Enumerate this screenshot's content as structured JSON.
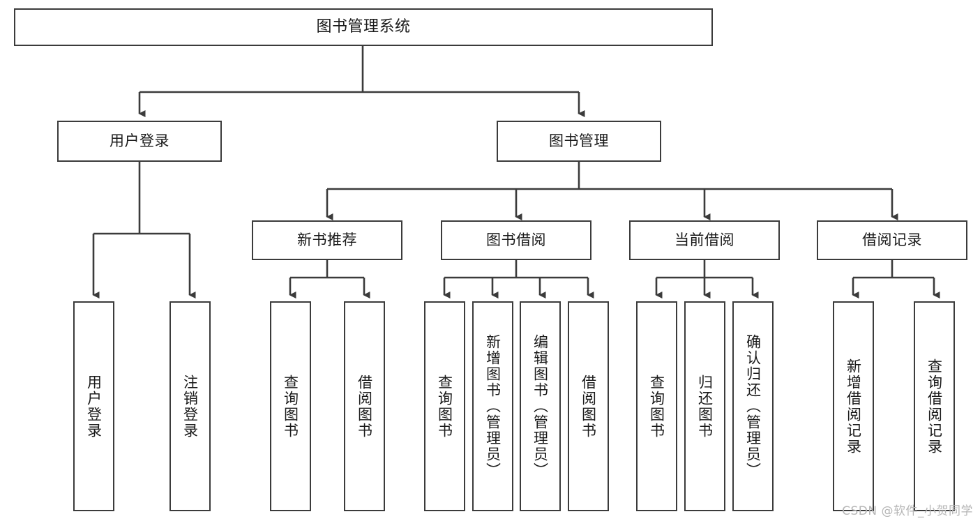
{
  "diagram": {
    "title": "图书管理系统",
    "type": "tree-hierarchy-chart",
    "root": {
      "label": "图书管理系统"
    },
    "level1": [
      {
        "label": "用户登录"
      },
      {
        "label": "图书管理"
      }
    ],
    "level2": [
      {
        "label": "新书推荐"
      },
      {
        "label": "图书借阅"
      },
      {
        "label": "当前借阅"
      },
      {
        "label": "借阅记录"
      }
    ],
    "leaves": {
      "user_login": [
        {
          "label": "用户登录"
        },
        {
          "label": "注销登录"
        }
      ],
      "new_book_recommend": [
        {
          "label": "查询图书"
        },
        {
          "label": "借阅图书"
        }
      ],
      "book_borrow": [
        {
          "label": "查询图书"
        },
        {
          "label": "新增图书（管理员）"
        },
        {
          "label": "编辑图书（管理员）"
        },
        {
          "label": "借阅图书"
        }
      ],
      "current_borrow": [
        {
          "label": "查询图书"
        },
        {
          "label": "归还图书"
        },
        {
          "label": "确认归还（管理员）"
        }
      ],
      "borrow_record": [
        {
          "label": "新增借阅记录"
        },
        {
          "label": "查询借阅记录"
        }
      ]
    }
  },
  "watermark": {
    "text": "CSDN @软件_小贺同学"
  },
  "colors": {
    "border": "#3b3b3b",
    "background": "#ffffff",
    "text": "#1a1a1a",
    "watermark": "#b6b6b6"
  }
}
